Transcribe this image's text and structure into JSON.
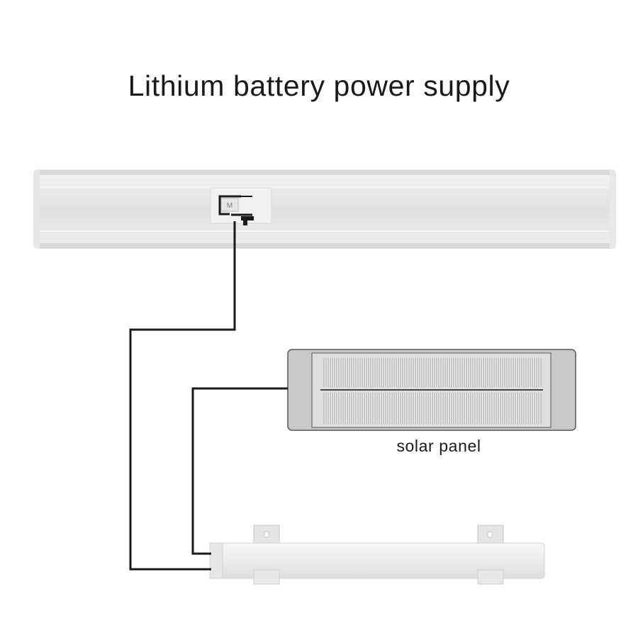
{
  "title": "Lithium battery power supply",
  "light_bar": {
    "switch_letter": "M"
  },
  "solar_panel": {
    "label": "solar panel"
  },
  "colors": {
    "background": "#ffffff",
    "wire": "#1a1a1a",
    "light_bar_body": "#e2e2e2",
    "solar_frame": "#c7c7c7",
    "solar_cells": "#a9a9a9",
    "battery_tube": "#eeeeee"
  }
}
